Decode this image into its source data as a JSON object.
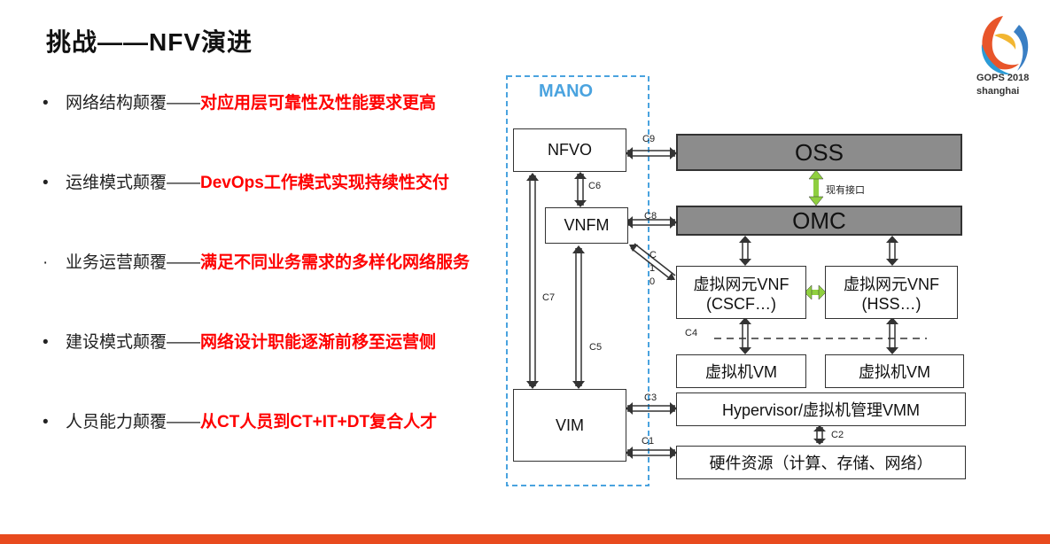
{
  "title": "挑战——NFV演进",
  "logo": {
    "line1": "GOPS 2018",
    "line2": "shanghai"
  },
  "bullets": [
    {
      "plain": "网络结构颠覆——",
      "red": "对应用层可靠性及性能要求更高"
    },
    {
      "plain": "运维模式颠覆——",
      "red": "DevOps工作模式实现持续性交付"
    },
    {
      "plain": "业务运营颠覆——",
      "red": "满足不同业务需求的多样化网络服务"
    },
    {
      "plain": "建设模式颠覆——",
      "red": "网络设计职能逐渐前移至运营侧"
    },
    {
      "plain": "人员能力颠覆——",
      "red": "从CT人员到CT+IT+DT复合人才"
    }
  ],
  "diagram": {
    "mano": "MANO",
    "nfvo": "NFVO",
    "vnfm": "VNFM",
    "vim": "VIM",
    "oss": "OSS",
    "omc": "OMC",
    "vnf1": "虚拟网元VNF (CSCF…)",
    "vnf2": "虚拟网元VNF (HSS…)",
    "vm1": "虚拟机VM",
    "vm2": "虚拟机VM",
    "hypervisor": "Hypervisor/虚拟机管理VMM",
    "hardware": "硬件资源（计算、存储、网络）",
    "existing_interface": "现有接口",
    "labels": {
      "c9": "C9",
      "c6": "C6",
      "c8": "C8",
      "c10": "C10",
      "c7": "C7",
      "c5": "C5",
      "c4": "C4",
      "c3": "C3",
      "c1": "C1",
      "c2": "C2"
    }
  },
  "colors": {
    "accent_red": "#ff0000",
    "mano_blue": "#4aa3df",
    "green_arrow": "#8fcf3f",
    "bottom_bar": "#e84a1e"
  }
}
